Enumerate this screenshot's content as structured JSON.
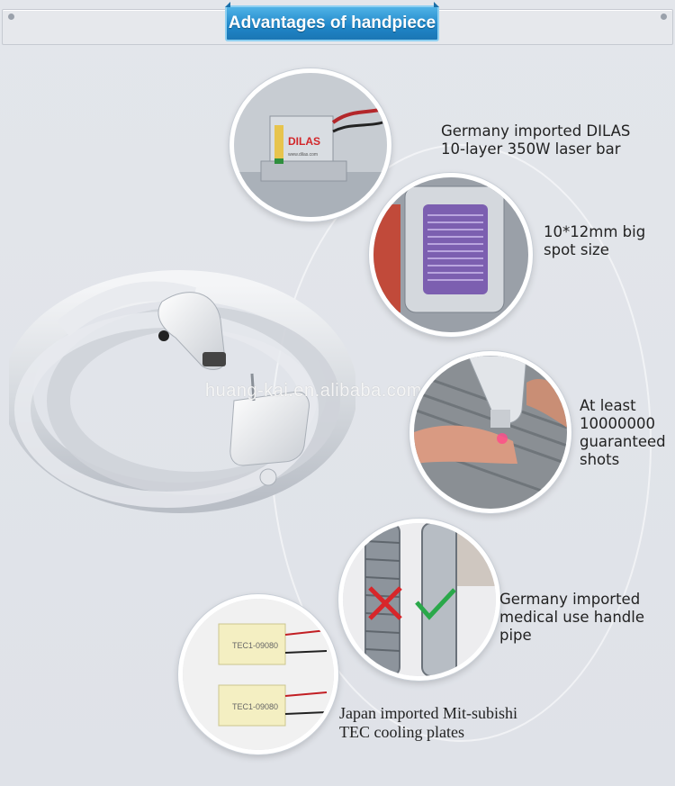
{
  "header": {
    "title": "Advantages of handpiece"
  },
  "watermark": "huang-kai.en.alibaba.com",
  "features": [
    {
      "lines": [
        "Germany imported DILAS",
        "10-layer 350W laser bar"
      ]
    },
    {
      "lines": [
        "10*12mm big",
        "spot size"
      ]
    },
    {
      "lines": [
        "At least",
        "10000000",
        "guaranteed",
        "shots"
      ]
    },
    {
      "lines": [
        "Germany imported",
        "medical use handle",
        "pipe"
      ]
    },
    {
      "lines": [
        "Japan imported Mit-subishi",
        "TEC cooling plates"
      ]
    }
  ],
  "labels": {
    "dilas_logo": "DILAS",
    "dilas_url": "www.dilas.com",
    "tec_label": "TEC1-09080"
  },
  "colors": {
    "accent": "#1f86c8",
    "check": "#2aa84a",
    "cross": "#d8262a"
  }
}
